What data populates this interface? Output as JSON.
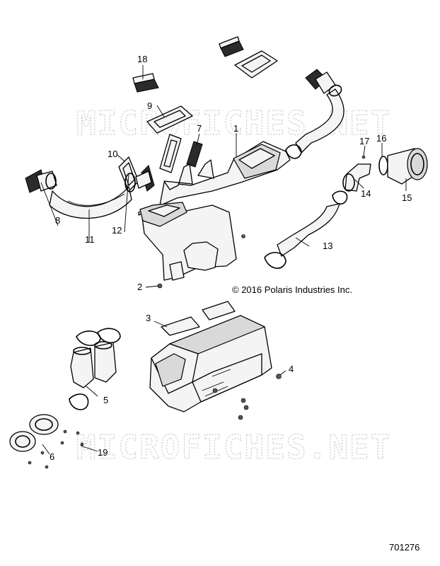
{
  "watermarks": [
    "MICROFICHES.NET",
    "MICROFICHES.NET"
  ],
  "copyright": "© 2016 Polaris Industries Inc.",
  "document_number": "701276",
  "callouts": [
    {
      "id": "c1",
      "label": "1"
    },
    {
      "id": "c2",
      "label": "2"
    },
    {
      "id": "c3",
      "label": "3"
    },
    {
      "id": "c4",
      "label": "4"
    },
    {
      "id": "c5",
      "label": "5"
    },
    {
      "id": "c6",
      "label": "6"
    },
    {
      "id": "c7",
      "label": "7"
    },
    {
      "id": "c8",
      "label": "8"
    },
    {
      "id": "c9",
      "label": "9"
    },
    {
      "id": "c10",
      "label": "10"
    },
    {
      "id": "c11",
      "label": "11"
    },
    {
      "id": "c12",
      "label": "12"
    },
    {
      "id": "c13",
      "label": "13"
    },
    {
      "id": "c14",
      "label": "14"
    },
    {
      "id": "c15",
      "label": "15"
    },
    {
      "id": "c16",
      "label": "16"
    },
    {
      "id": "c17",
      "label": "17"
    },
    {
      "id": "c18",
      "label": "18"
    },
    {
      "id": "c19",
      "label": "19"
    }
  ]
}
